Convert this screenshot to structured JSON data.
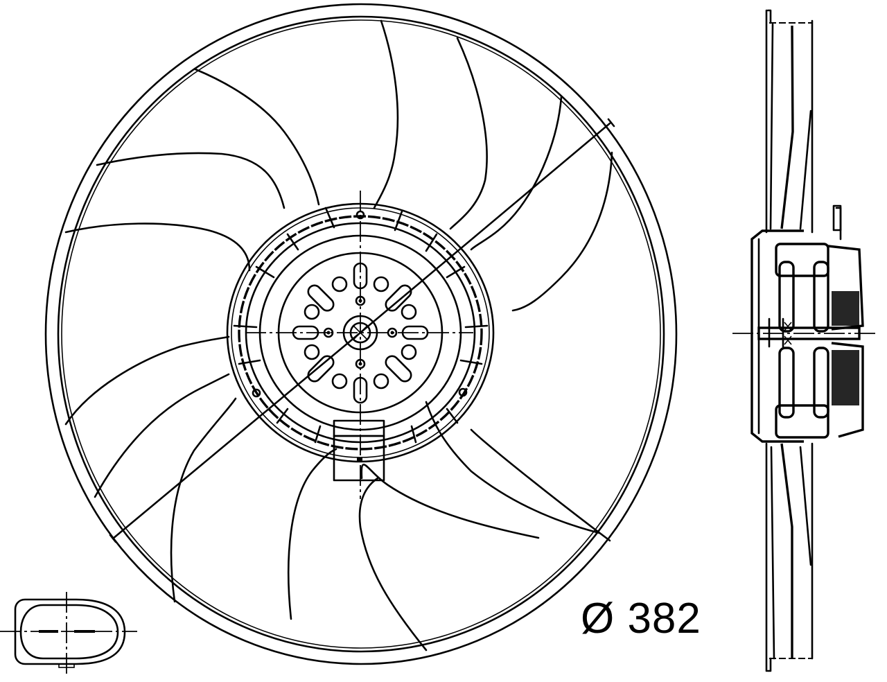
{
  "drawing": {
    "title": "Radiator cooling fan technical drawing",
    "views": [
      "front-view",
      "side-section-view",
      "connector-detail"
    ],
    "blade_count": 11,
    "colors": {
      "line": "#000000",
      "background": "#ffffff"
    }
  },
  "dimension": {
    "symbol": "Ø",
    "value": "382",
    "label": "Ø 382"
  }
}
